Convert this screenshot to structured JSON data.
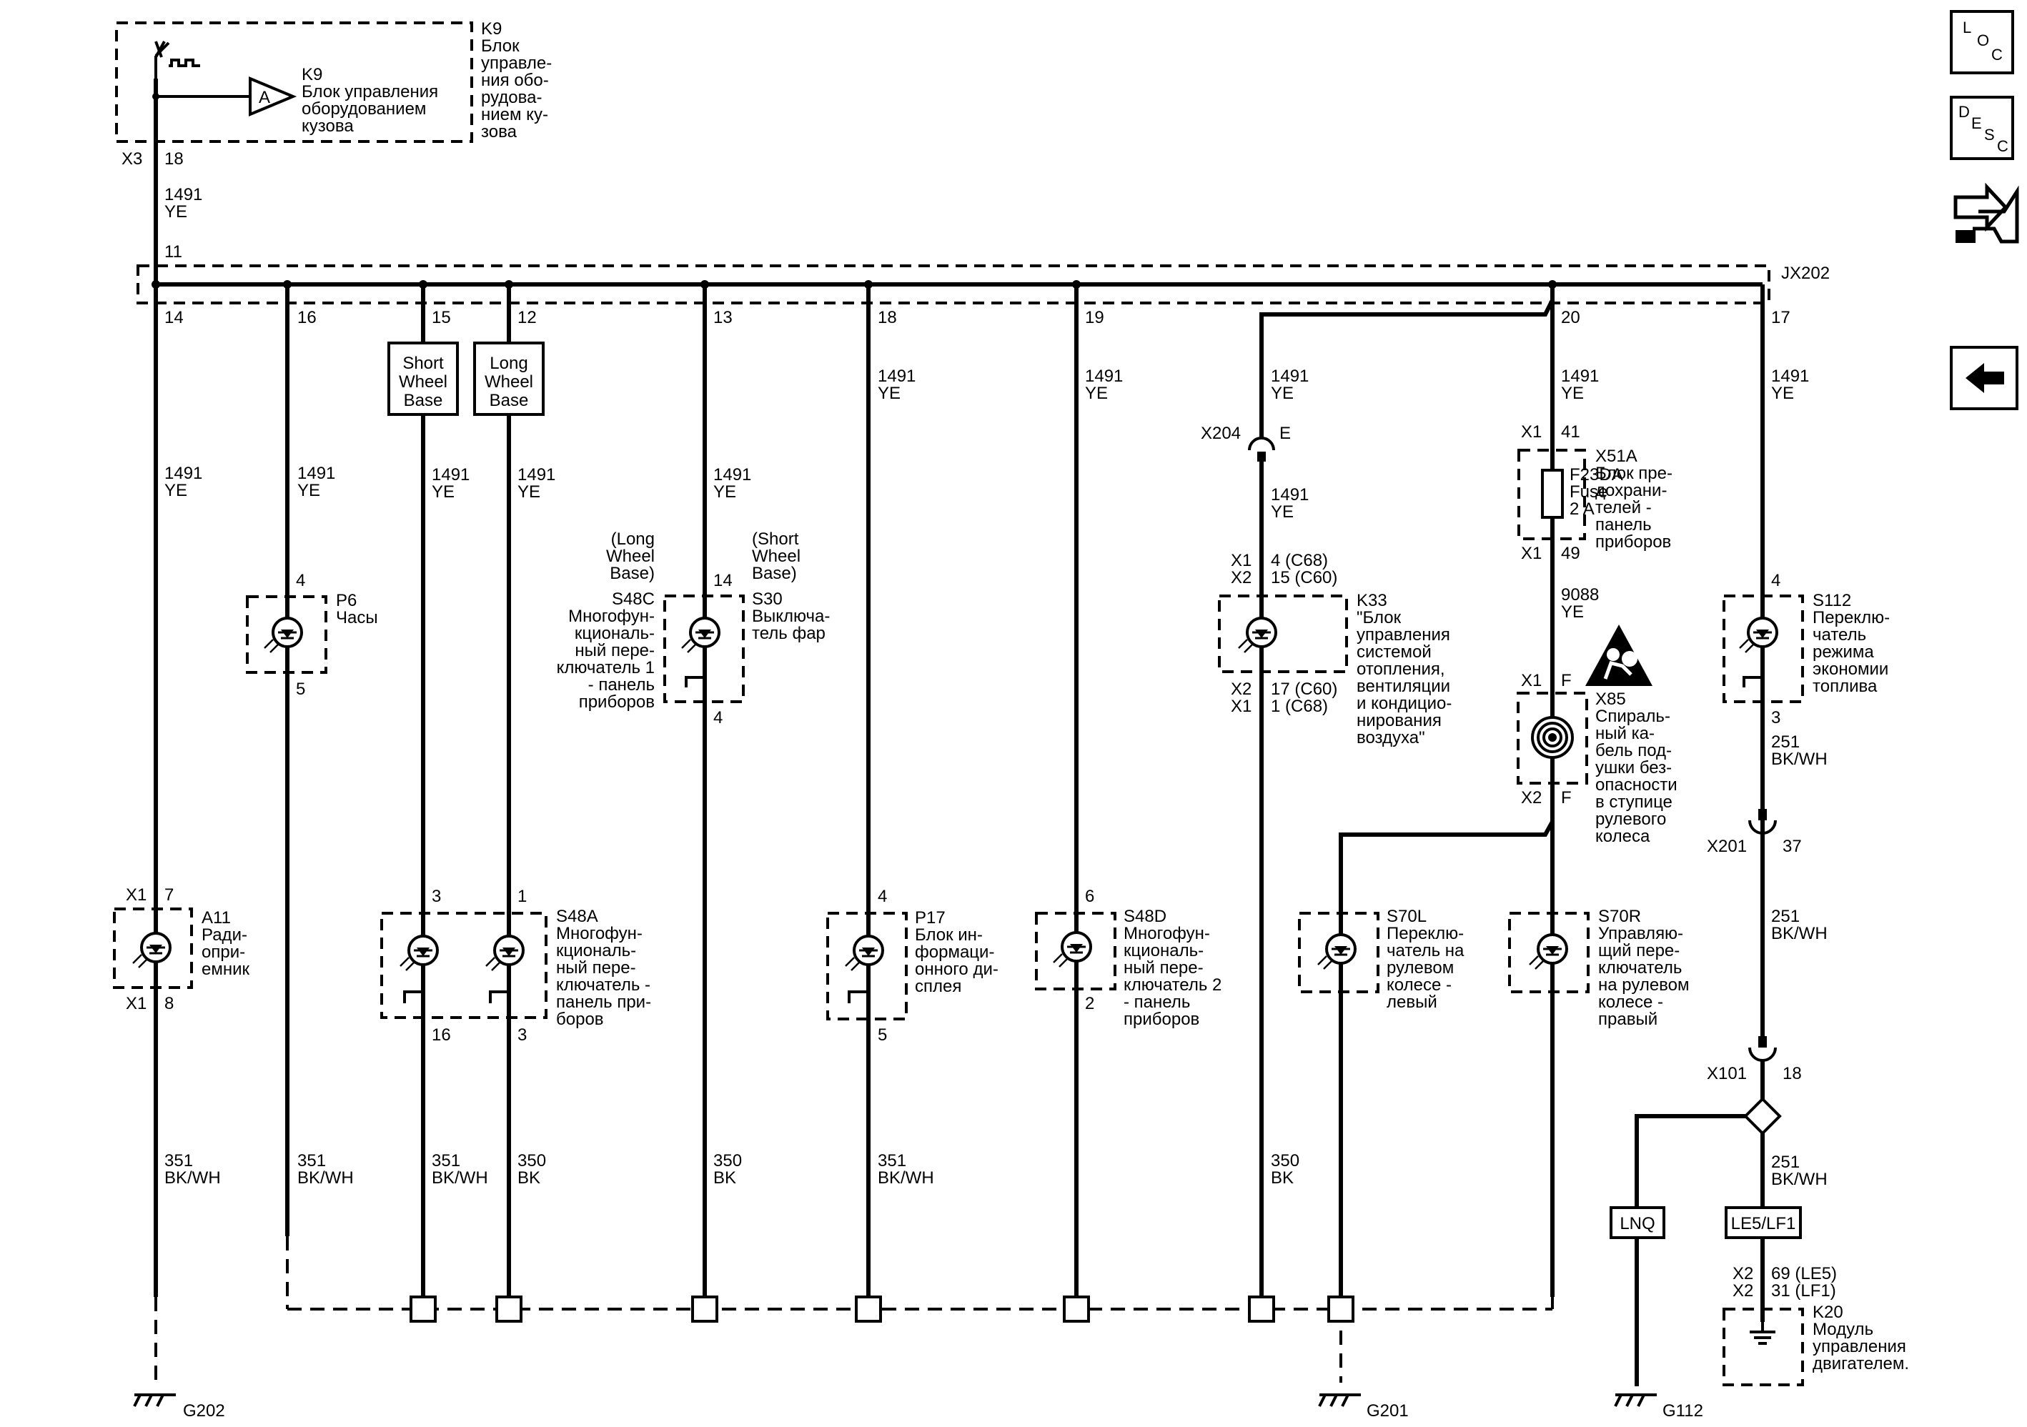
{
  "modules": {
    "k9_top": [
      "K9",
      "Блок",
      "управле-",
      "ния обо-",
      "рудова-",
      "нием ку-",
      "зова"
    ],
    "k9_inner": [
      "K9",
      "Блок управления",
      "оборудованием",
      "кузова"
    ],
    "k9_amp": "A",
    "p6": [
      "P6",
      "Часы"
    ],
    "s30_pre": [
      "(Short",
      "Wheel",
      "Base)"
    ],
    "s30": [
      "S30",
      "Выключа-",
      "тель фар"
    ],
    "s48c_pre": [
      "(Long",
      "Wheel",
      "Base)"
    ],
    "s48c": [
      "S48C",
      "Многофун-",
      "кциональ-",
      "ный пере-",
      "ключатель 1",
      "- панель",
      "приборов"
    ],
    "k33": [
      "K33",
      "\"Блок",
      "управления",
      "системой",
      "отопления,",
      "вентиляции",
      "и кондицио-",
      "нирования",
      "воздуха\""
    ],
    "x51a": [
      "X51A",
      "Блок пре-",
      "дохрани-",
      "телей -",
      "панель",
      "приборов"
    ],
    "fuse": [
      "F23DA",
      "Fuse",
      "2 A"
    ],
    "x85": [
      "X85",
      "Спираль-",
      "ный ка-",
      "бель под-",
      "ушки без-",
      "опасности",
      "в ступице",
      "рулевого",
      "колеса"
    ],
    "s112": [
      "S112",
      "Переклю-",
      "чатель",
      "режима",
      "экономии",
      "топлива"
    ],
    "a11": [
      "A11",
      "Ради-",
      "опри-",
      "емник"
    ],
    "s48a": [
      "S48A",
      "Многофун-",
      "кциональ-",
      "ный пере-",
      "ключатель -",
      "панель при-",
      "боров"
    ],
    "p17": [
      "P17",
      "Блок ин-",
      "формаци-",
      "онного ди-",
      "сплея"
    ],
    "s48d": [
      "S48D",
      "Многофун-",
      "кциональ-",
      "ный пере-",
      "ключатель 2",
      "- панель",
      "приборов"
    ],
    "s70l": [
      "S70L",
      "Переклю-",
      "чатель на",
      "рулевом",
      "колесе -",
      "левый"
    ],
    "s70r": [
      "S70R",
      "Управляю-",
      "щий пере-",
      "ключатель",
      "на рулевом",
      "колесе -",
      "правый"
    ],
    "k20": [
      "K20",
      "Модуль",
      "управления",
      "двигателем."
    ]
  },
  "options": {
    "short_wheel_base": [
      "Short",
      "Wheel",
      "Base"
    ],
    "long_wheel_base": [
      "Long",
      "Wheel",
      "Base"
    ],
    "lnq": "LNQ",
    "le5_lf1": "LE5/LF1"
  },
  "junction": {
    "name": "JX202"
  },
  "wires": {
    "w1491ye": [
      "1491",
      "YE"
    ],
    "w9088ye": [
      "9088",
      "YE"
    ],
    "w351bkwh": [
      "351",
      "BK/WH"
    ],
    "w350bk": [
      "350",
      "BK"
    ],
    "w251bkwh": [
      "251",
      "BK/WH"
    ]
  },
  "pins": {
    "x3": "X3",
    "p18": "18",
    "p11": "11",
    "p14": "14",
    "p16": "16",
    "p15": "15",
    "p12": "12",
    "p13": "13",
    "p18b": "18",
    "p19": "19",
    "p20": "20",
    "p17": "17",
    "p6_4": "4",
    "p6_5": "5",
    "s30_14": "14",
    "s30_4": "4",
    "x204": "X204",
    "x204_pin": "E",
    "k33_x1": "X1",
    "k33_x2": "X2",
    "k33_top1": "4 (C68)",
    "k33_top2": "15 (C60)",
    "k33_x2b": "X2",
    "k33_x1b": "X1",
    "k33_bot1": "17 (C60)",
    "k33_bot2": "1 (C68)",
    "x51_x1": "X1",
    "x51_41": "41",
    "x51_x1b": "X1",
    "x51_49": "49",
    "x85_x1": "X1",
    "x85_f": "F",
    "x85_x2": "X2",
    "x85_f2": "F",
    "s112_4": "4",
    "s112_3": "3",
    "x201": "X201",
    "x201_pin": "37",
    "x101": "X101",
    "x101_pin": "18",
    "a11_x1": "X1",
    "a11_7": "7",
    "a11_x1b": "X1",
    "a11_8": "8",
    "s48a_3": "3",
    "s48a_1": "1",
    "s48a_16": "16",
    "s48a_3b": "3",
    "p17_4": "4",
    "p17_5": "5",
    "s48d_6": "6",
    "s48d_2": "2",
    "k20_x2a": "X2",
    "k20_69": "69 (LE5)",
    "k20_x2b": "X2",
    "k20_31": "31 (LF1)"
  },
  "grounds": {
    "g202": "G202",
    "g201": "G201",
    "g112": "G112"
  },
  "sidebar": {
    "loc": {
      "l": "L",
      "o": "O",
      "c": "C"
    },
    "desc": {
      "d": "D",
      "e": "E",
      "s": "S",
      "c": "C"
    }
  },
  "icons": [
    "connector-view-icon",
    "back-arrow-icon",
    "airbag-warning-icon",
    "lamp-icon",
    "ground-icon"
  ]
}
